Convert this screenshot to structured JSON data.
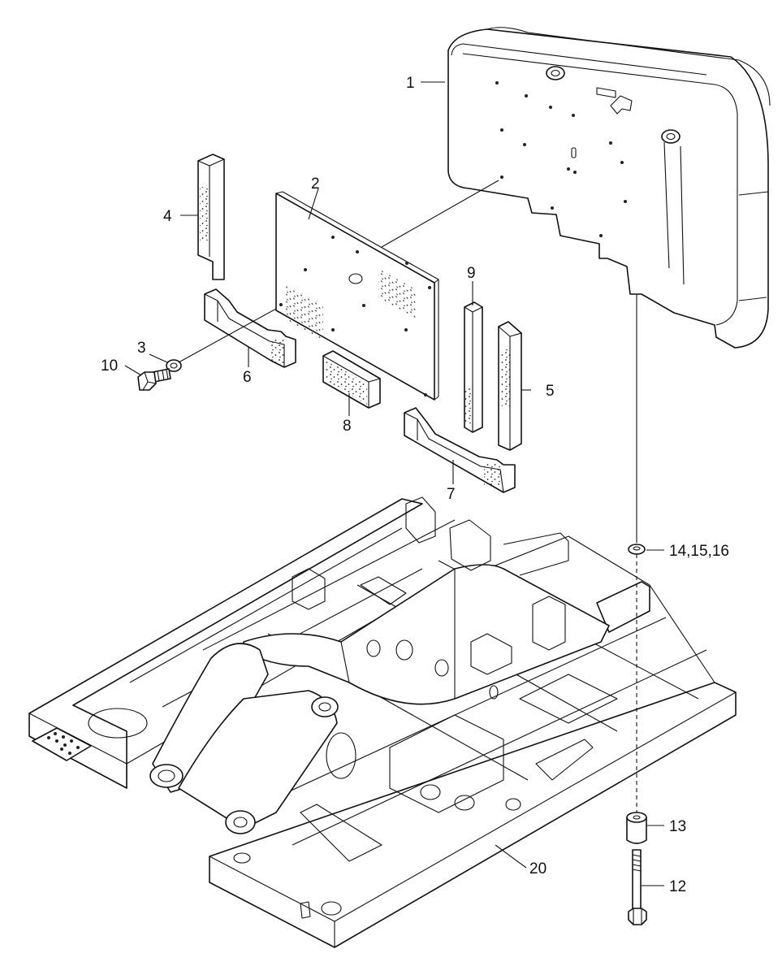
{
  "callouts": {
    "c1": "1",
    "c2": "2",
    "c3": "3",
    "c4": "4",
    "c5": "5",
    "c6": "6",
    "c7": "7",
    "c8": "8",
    "c9": "9",
    "c10": "10",
    "c12": "12",
    "c13": "13",
    "c14_15_16": "14,15,16",
    "c20": "20"
  }
}
